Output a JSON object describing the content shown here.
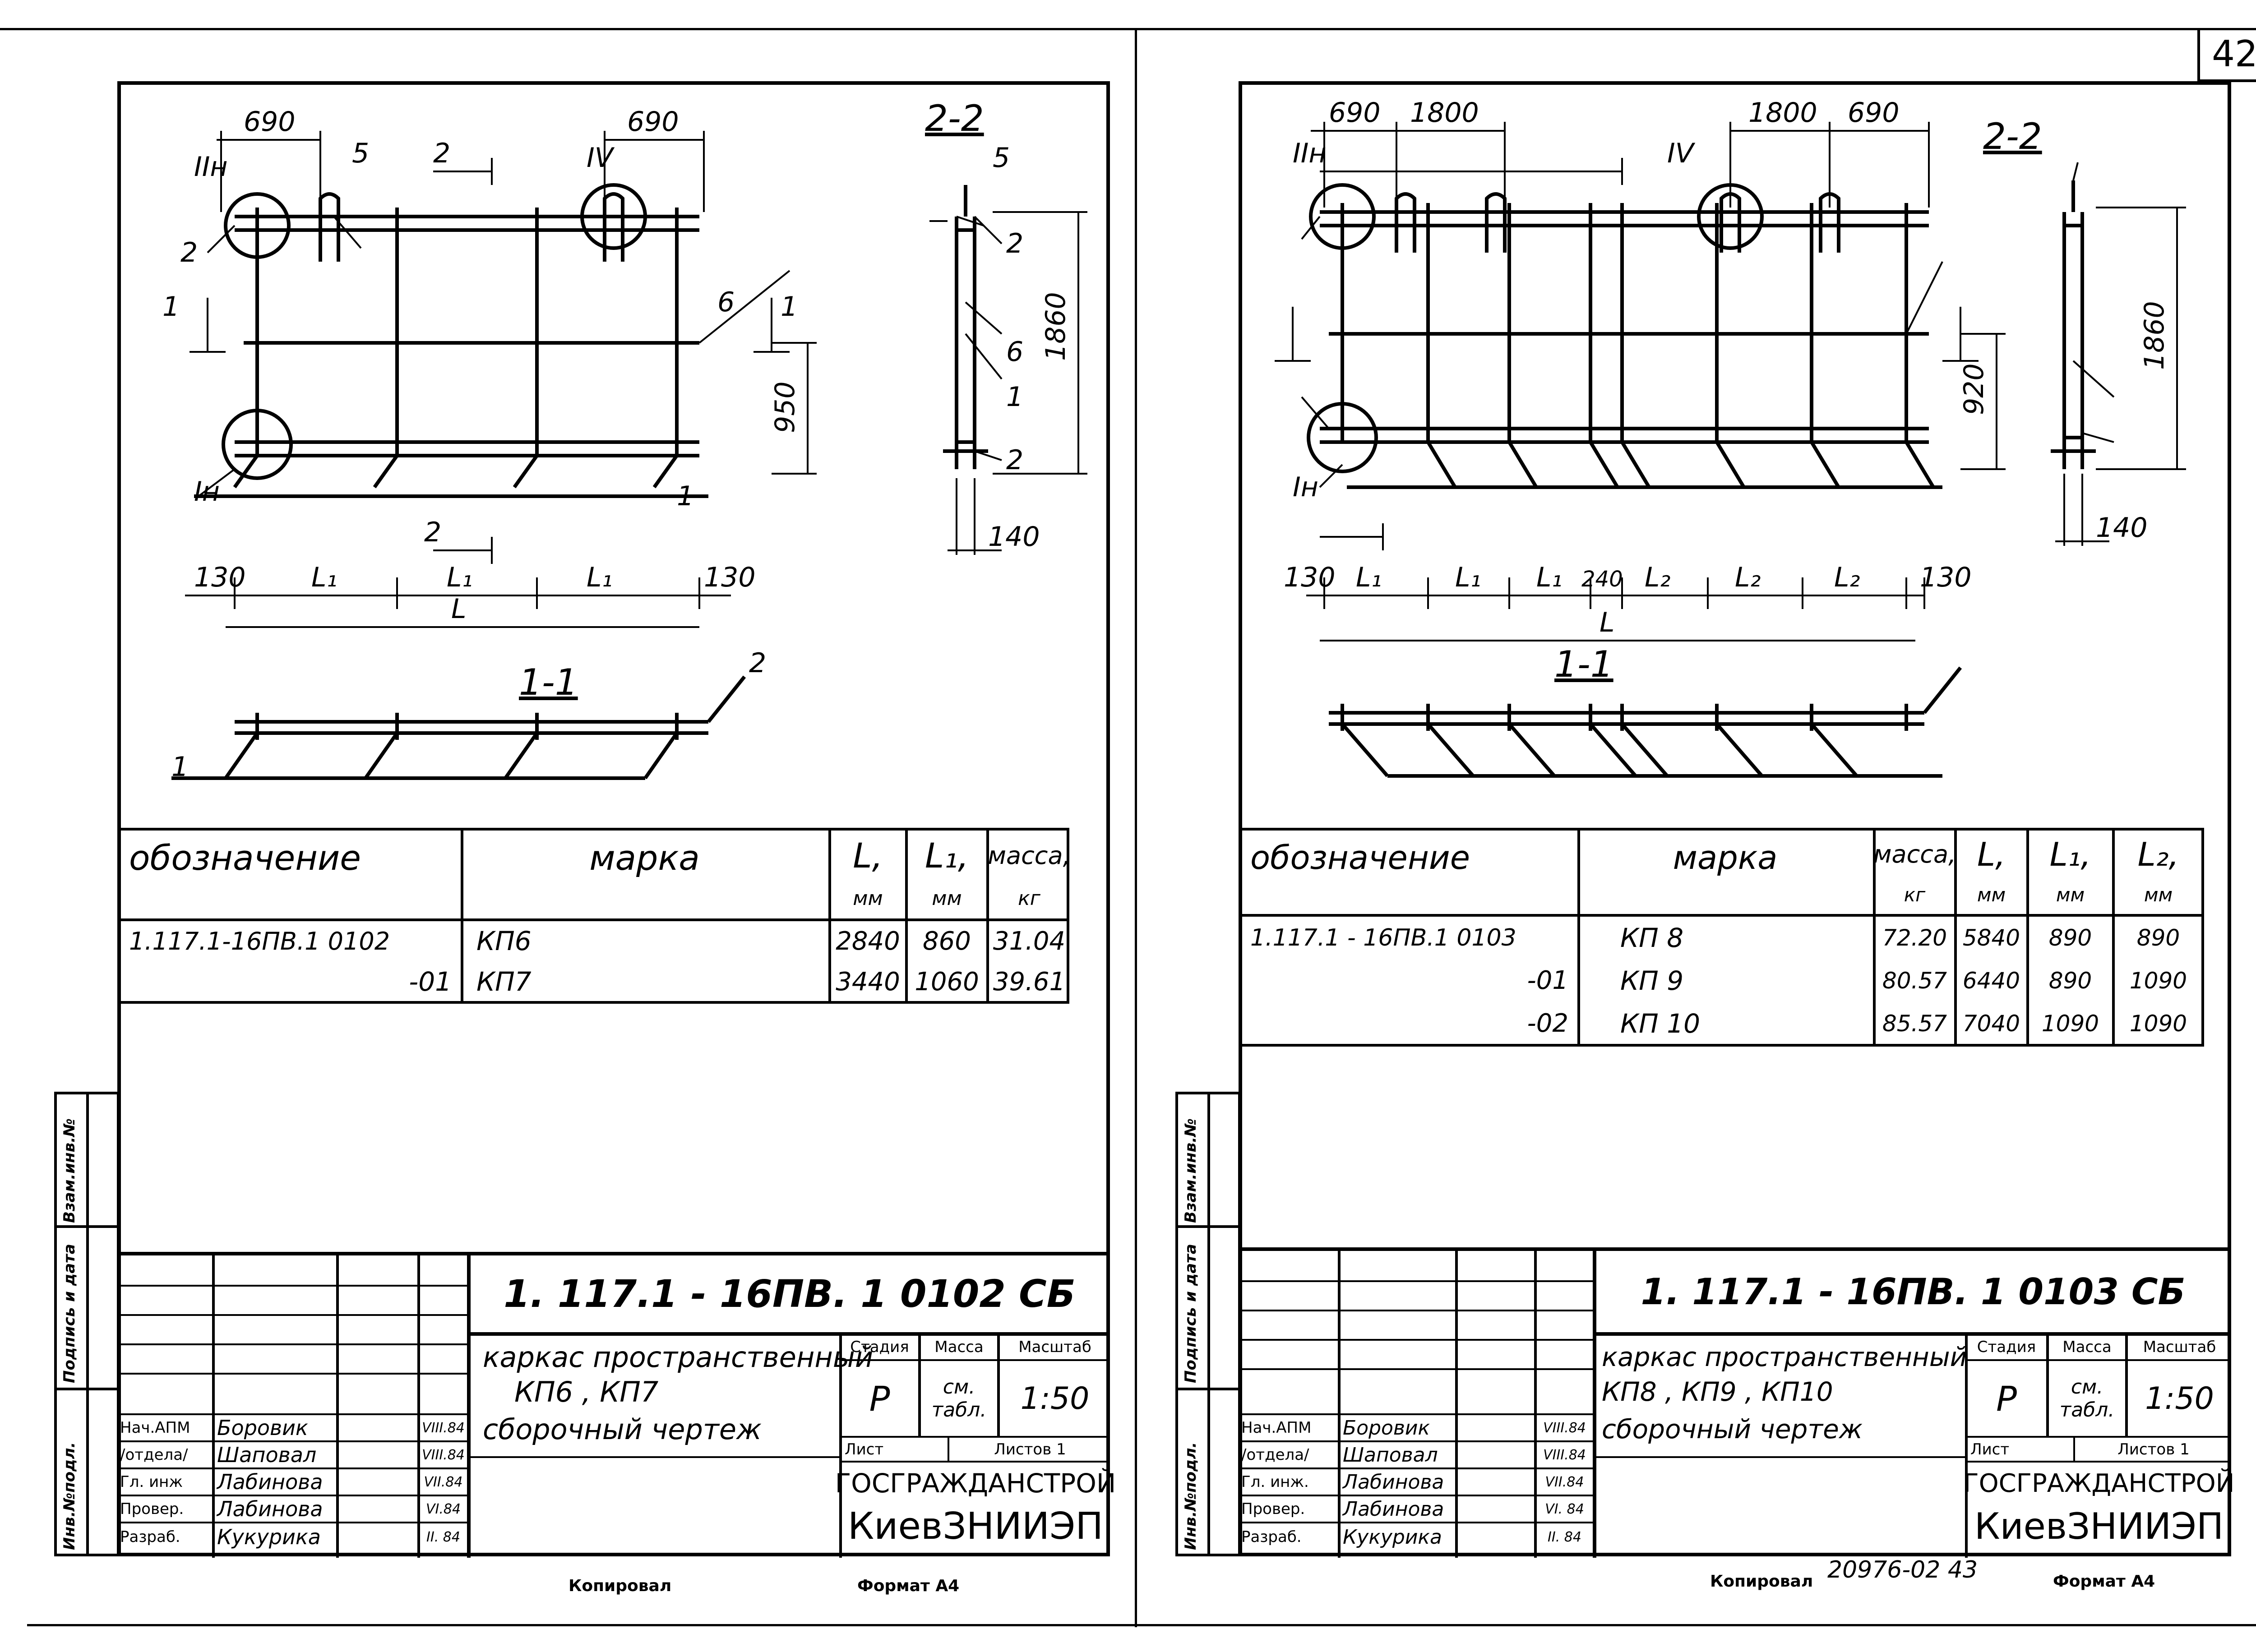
{
  "page_number": "42",
  "left": {
    "drawing": {
      "section_22": "2-2",
      "section_11": "1-1",
      "dims_top": [
        "690",
        "690"
      ],
      "node_labels": {
        "IIn": "IIн",
        "IV": "IV",
        "In": "Iн"
      },
      "pos_labels": [
        "2",
        "5",
        "6",
        "1",
        "2",
        "1",
        "6",
        "1",
        "2",
        "5",
        "2"
      ],
      "section_markers": [
        "2",
        "1",
        "1",
        "2"
      ],
      "dim_950": "950",
      "dim_1860": "1860",
      "dim_140": "140",
      "bottom_dims": [
        "130",
        "L₁",
        "L₁",
        "L₁",
        "130"
      ],
      "total_L": "L"
    },
    "spec_table": {
      "headers": [
        "обозначение",
        "марка",
        "L,",
        "L₁,",
        "масса,"
      ],
      "units": [
        "",
        "",
        "мм",
        "мм",
        "кг"
      ],
      "rows": [
        [
          "1.117.1-16ПВ.1  0102",
          "КП6",
          "2840",
          "860",
          "31.04"
        ],
        [
          "-01",
          "КП7",
          "3440",
          "1060",
          "39.61"
        ]
      ]
    },
    "title_block": {
      "designation": "1. 117.1 - 16ПВ. 1   0102  СБ",
      "name_lines": [
        "каркас пространственный",
        "КП6 , КП7",
        "сборочный  чертеж"
      ],
      "stage_label": "Стадия",
      "mass_label": "Масса",
      "scale_label": "Масштаб",
      "stage": "Р",
      "mass": "см. табл.",
      "scale": "1:50",
      "sheet_label": "Лист",
      "sheets_label": "Листов 1",
      "org1": "ГОСГРАЖДАНСТРОЙ",
      "org2": "КиевЗНИИЭП",
      "staff": [
        [
          "Нач.АПМ",
          "Боровик",
          "VIII.84"
        ],
        [
          "/отдела/",
          "Шаповал",
          "VIII.84"
        ],
        [
          "Гл. инж",
          "Лабинова",
          "VII.84"
        ],
        [
          "Провер.",
          "Лабинова",
          "VI.84"
        ],
        [
          "Разраб.",
          "Кукурика",
          "II. 84"
        ]
      ]
    },
    "side_labels": [
      "Взам.инв.№",
      "Подпись и дата",
      "Инв.№подл."
    ],
    "footer": {
      "copied": "Копировал",
      "format": "Формат А4"
    }
  },
  "right": {
    "drawing": {
      "section_22": "2-2",
      "section_11": "1-1",
      "dims_top": [
        "690",
        "1800",
        "1800",
        "690"
      ],
      "node_labels": {
        "IIn": "IIн",
        "IV": "IV",
        "In": "Iн"
      },
      "dim_920": "920",
      "dim_1860": "1860",
      "dim_140": "140",
      "bottom_dims": [
        "130",
        "L₁",
        "L₁",
        "L₁",
        "240",
        "L₂",
        "L₂",
        "L₂",
        "130"
      ],
      "total_L": "L"
    },
    "spec_table": {
      "headers": [
        "обозначение",
        "марка",
        "масса,",
        "L,",
        "L₁,",
        "L₂,"
      ],
      "units": [
        "",
        "",
        "кг",
        "мм",
        "мм",
        "мм"
      ],
      "rows": [
        [
          "1.117.1 - 16ПВ.1  0103",
          "КП 8",
          "72.20",
          "5840",
          "890",
          "890"
        ],
        [
          "-01",
          "КП 9",
          "80.57",
          "6440",
          "890",
          "1090"
        ],
        [
          "-02",
          "КП 10",
          "85.57",
          "7040",
          "1090",
          "1090"
        ]
      ]
    },
    "title_block": {
      "designation": "1. 117.1 - 16ПВ.  1  0103  СБ",
      "name_lines": [
        "каркас пространственный",
        "КП8 ,  КП9 ,  КП10",
        "сборочный  чертеж"
      ],
      "stage_label": "Стадия",
      "mass_label": "Масса",
      "scale_label": "Масштаб",
      "stage": "Р",
      "mass": "см. табл.",
      "scale": "1:50",
      "sheet_label": "Лист",
      "sheets_label": "Листов 1",
      "org1": "ГОСГРАЖДАНСТРОЙ",
      "org2": "КиевЗНИИЭП",
      "staff": [
        [
          "Нач.АПМ",
          "Боровик",
          "VIII.84"
        ],
        [
          "/отдела/",
          "Шаповал",
          "VIII.84"
        ],
        [
          "Гл. инж.",
          "Лабинова",
          "VII.84"
        ],
        [
          "Провер.",
          "Лабинова",
          "VI. 84"
        ],
        [
          "Разраб.",
          "Кукурика",
          "II. 84"
        ]
      ]
    },
    "side_labels": [
      "Взам.инв.№",
      "Подпись и дата",
      "Инв.№подл."
    ],
    "footer": {
      "copied": "Копировал",
      "number": "20976-02  43",
      "format": "Формат А4"
    }
  }
}
